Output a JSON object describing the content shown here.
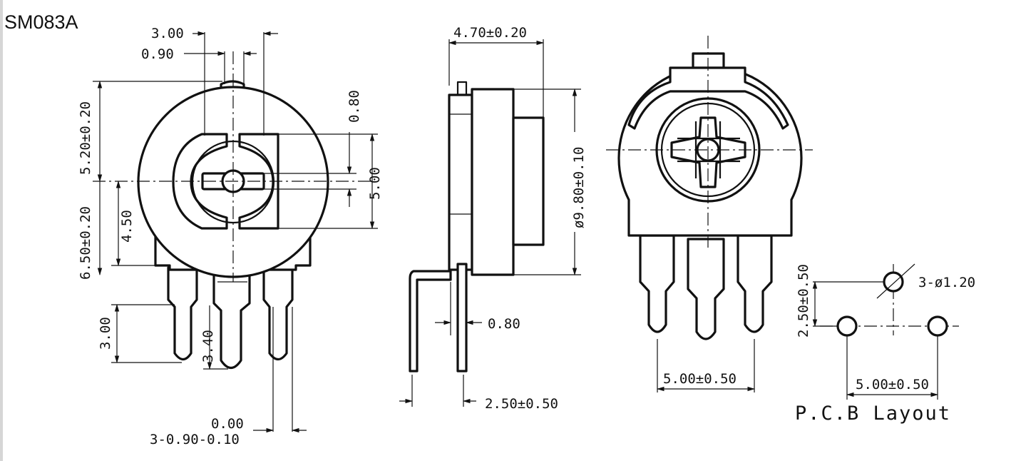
{
  "model": "SM083A",
  "front_view": {
    "dim_width_top": "3.00",
    "dim_slot": "0.90",
    "dim_upper_height": "5.20±0.20",
    "dim_lower_height": "6.50±0.20",
    "dim_450": "4.50",
    "dim_slot_width": "0.80",
    "dim_slot_length": "5.00",
    "dim_pin_length": "3.00",
    "dim_340": "3.40",
    "tol_upper": "0.00",
    "tol_pin": "3-0.90-0.10"
  },
  "side_view": {
    "dim_depth": "4.70±0.20",
    "dim_diameter": "ø9.80±0.10",
    "dim_thickness": "0.80",
    "dim_offset": "2.50±0.50"
  },
  "back_view": {
    "dim_pitch": "5.00±0.50"
  },
  "pcb_layout": {
    "dim_row": "2.50±0.50",
    "dim_hole": "3-ø1.20",
    "dim_pitch": "5.00±0.50",
    "label": "P.C.B Layout"
  }
}
